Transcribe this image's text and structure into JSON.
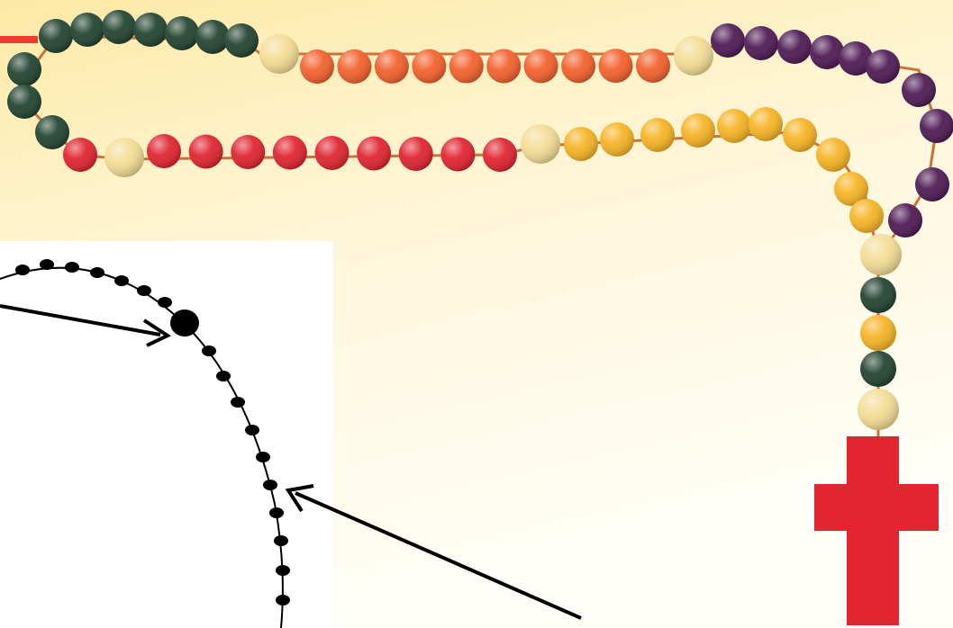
{
  "scene": {
    "subject": "rosary",
    "background_gradient": [
      "#fde9a6",
      "#fff6d9",
      "#fffef8"
    ],
    "left_panel_color": "#ffffff",
    "accent_line_color": "#ef3b2f"
  },
  "rosary": {
    "decade_colors": {
      "green": "#1d3f2c",
      "orange": "#f25d28",
      "red": "#df1f2b",
      "yellow": "#f6b21f",
      "purple": "#4a1550"
    },
    "our_father_bead_color": "#f4dc93",
    "string_color": "#c9733a",
    "crucifix_color": "#e22630",
    "decades": [
      {
        "color": "green",
        "bead_count": 10
      },
      {
        "color": "orange",
        "bead_count": 10
      },
      {
        "color": "purple",
        "bead_count": 10
      },
      {
        "color": "yellow",
        "bead_count": 10
      },
      {
        "color": "red",
        "bead_count": 10
      }
    ],
    "pendant_sequence": [
      "our-father",
      "green",
      "yellow",
      "green",
      "our-father"
    ]
  },
  "diagram": {
    "line_color": "#000000",
    "bead_color": "#000000",
    "arrow_count": 2,
    "pointer_targets": [
      "large-bead",
      "small-bead"
    ]
  }
}
